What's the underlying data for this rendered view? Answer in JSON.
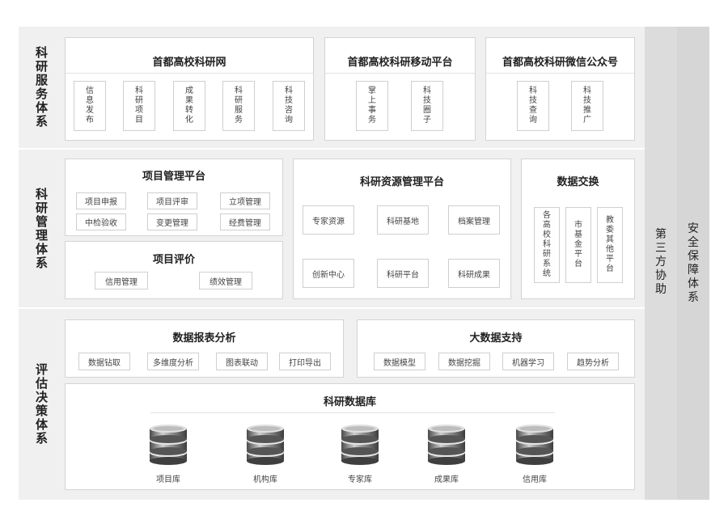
{
  "layers": [
    {
      "label": "科研服务体系"
    },
    {
      "label": "科研管理体系"
    },
    {
      "label": "评估决策体系"
    }
  ],
  "service": {
    "web": {
      "title": "首都高校科研网",
      "items": [
        "信息发布",
        "科研项目",
        "成果转化",
        "科研服务",
        "科技咨询"
      ]
    },
    "mobile": {
      "title": "首都高校科研移动平台",
      "items": [
        "掌上事务",
        "科技圈子"
      ]
    },
    "wechat": {
      "title": "首都高校科研微信公众号",
      "items": [
        "科技查询",
        "科技推广"
      ]
    }
  },
  "management": {
    "project": {
      "title": "项目管理平台",
      "items": [
        "项目申报",
        "项目评审",
        "立项管理",
        "中检验收",
        "变更管理",
        "经费管理"
      ]
    },
    "evaluation": {
      "title": "项目评价",
      "items": [
        "信用管理",
        "绩效管理"
      ]
    },
    "resource": {
      "title": "科研资源管理平台",
      "items": [
        "专家资源",
        "科研基地",
        "档案管理",
        "创新中心",
        "科研平台",
        "科研成果"
      ]
    },
    "exchange": {
      "title": "数据交换",
      "items": [
        "各高校科研系统",
        "市基金平台",
        "教委其他平台"
      ]
    }
  },
  "decision": {
    "report": {
      "title": "数据报表分析",
      "items": [
        "数据钻取",
        "多维度分析",
        "图表联动",
        "打印导出"
      ]
    },
    "bigdata": {
      "title": "大数据支持",
      "items": [
        "数据模型",
        "数据挖掘",
        "机器学习",
        "趋势分析"
      ]
    },
    "database": {
      "title": "科研数据库",
      "items": [
        "项目库",
        "机构库",
        "专家库",
        "成果库",
        "信用库"
      ]
    }
  },
  "side": {
    "third_party": "第三方协助",
    "security": "安全保障体系"
  }
}
